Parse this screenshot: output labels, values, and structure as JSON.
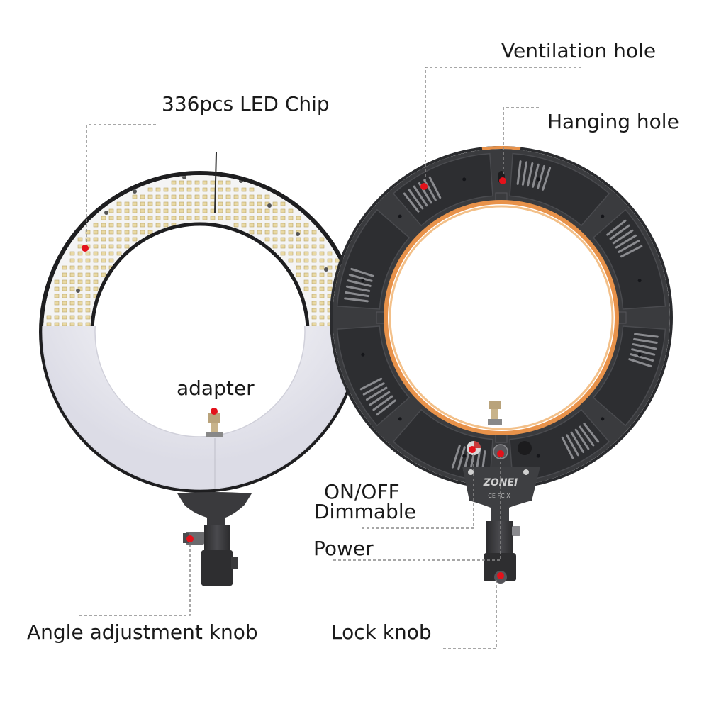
{
  "labels": {
    "led_chip": "336pcs LED Chip",
    "ventilation_hole": "Ventilation hole",
    "hanging_hole": "Hanging hole",
    "adapter": "adapter",
    "on_off": "ON/OFF",
    "dimmable": "Dimmable",
    "power": "Power",
    "angle_knob": "Angle adjustment knob",
    "lock_knob": "Lock knob"
  },
  "product": {
    "brand": "ZONEI",
    "certification": "CE FC X"
  },
  "colors": {
    "marker": "#e3121b",
    "leader_line": "#8a8a8a",
    "ring_dark": "#3a3b3e",
    "ring_panel": "#2a2b2e",
    "diffuser": "#eeeef5",
    "inner_glow": "#e8924a",
    "led_board": "#f4f4f4"
  }
}
